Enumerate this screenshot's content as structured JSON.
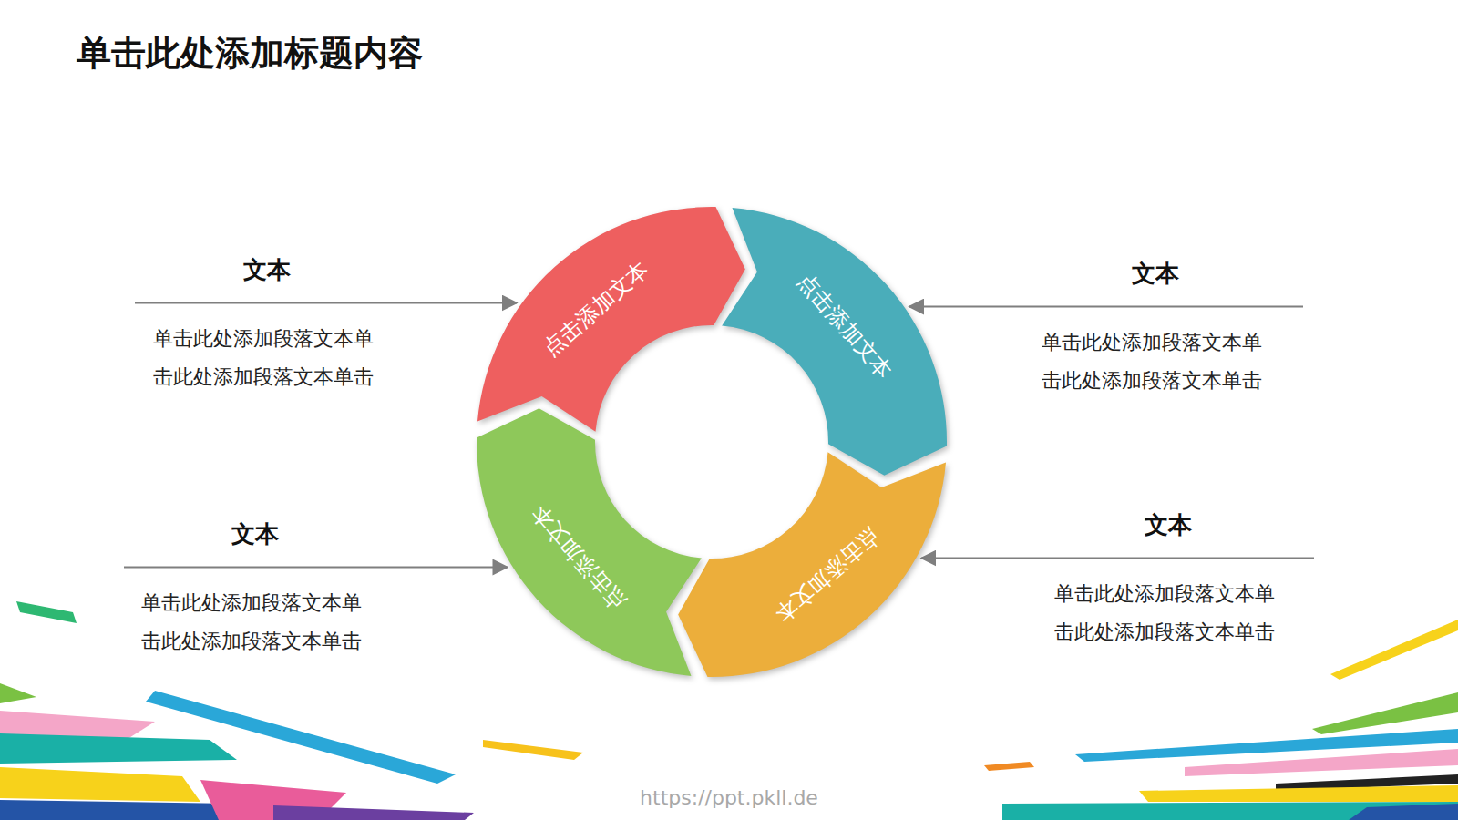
{
  "diagram": {
    "title": "单击此处添加标题内容",
    "nodes": [
      {
        "text": [
          "点击添加文本"
        ]
      },
      {
        "text": [
          "点击添加文本"
        ]
      },
      {
        "text": [
          "点击添加文本"
        ]
      },
      {
        "text": [
          "点击添加文本"
        ]
      },
      {
        "text": [
          "文本",
          "单击此处添加段落文本单 击此处添加段落文本单击"
        ]
      },
      {
        "text": [
          "文本",
          "单击此处添加段落文本单 击此处添加段落文本单击"
        ]
      },
      {
        "text": [
          "文本",
          "单击此处添加段落文本单 击此处添加段落文本单击"
        ]
      },
      {
        "text": [
          "文本",
          "单击此处添加段落文本单 击此处添加段落文本单击"
        ]
      }
    ],
    "edges": [
      {
        "from": 4,
        "to": 0,
        "arrow": "to"
      },
      {
        "from": 5,
        "to": 1,
        "arrow": "to"
      },
      {
        "from": 6,
        "to": 3,
        "arrow": "to"
      },
      {
        "from": 7,
        "to": 2,
        "arrow": "to"
      }
    ],
    "labels": [
      "https://ppt.pkll.de"
    ]
  }
}
